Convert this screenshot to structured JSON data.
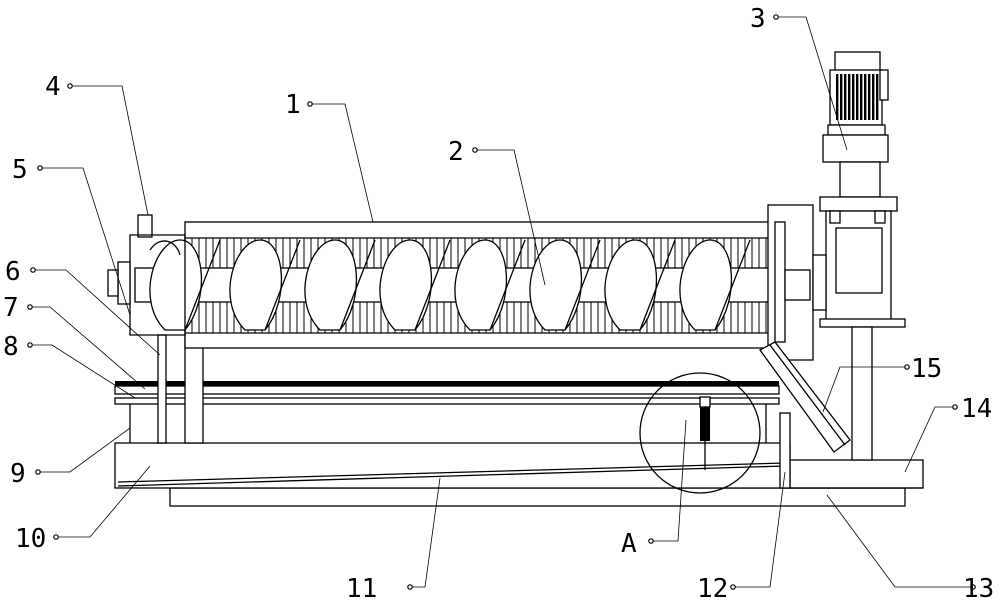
{
  "diagram": {
    "labels": {
      "l1": "1",
      "l2": "2",
      "l3": "3",
      "l4": "4",
      "l5": "5",
      "l6": "6",
      "l7": "7",
      "l8": "8",
      "l9": "9",
      "l10": "10",
      "l11": "11",
      "l12": "12",
      "l13": "13",
      "l14": "14",
      "l15": "15",
      "lA": "A"
    }
  }
}
